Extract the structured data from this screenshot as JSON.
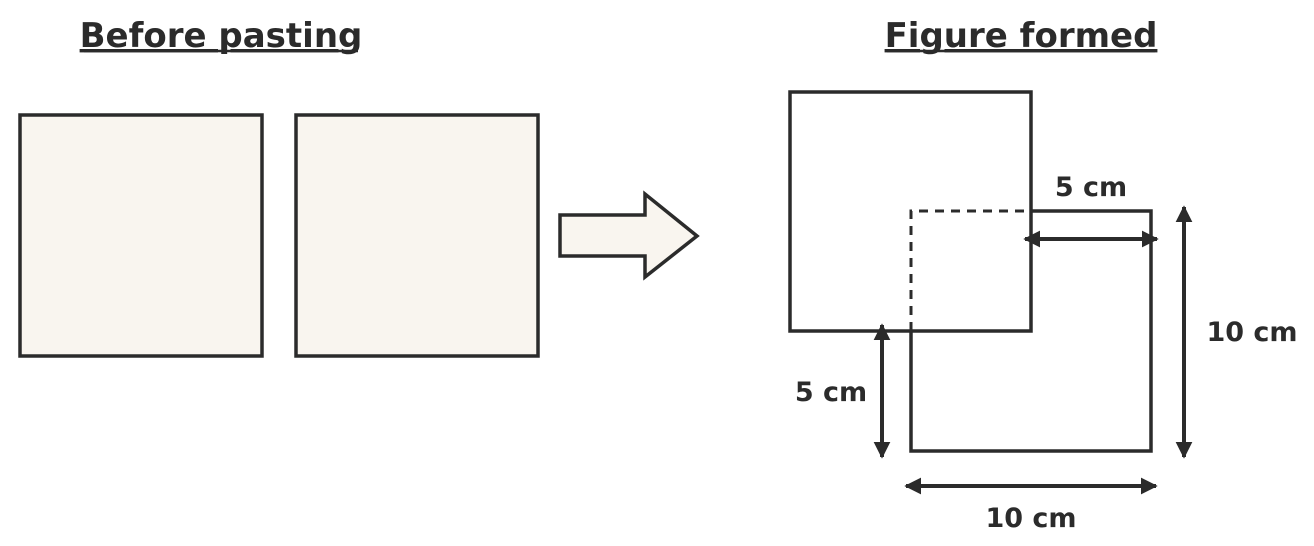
{
  "headings": {
    "before": "Before pasting",
    "after": "Figure formed"
  },
  "labels": {
    "overlap_top": "5 cm",
    "overlap_left": "5 cm",
    "height": "10 cm",
    "width": "10 cm"
  },
  "colors": {
    "stroke": "#2b2b2b",
    "paper_fill": "#f9f5ef",
    "background": "#ffffff"
  },
  "icons": {
    "transition": "right-arrow-icon"
  }
}
